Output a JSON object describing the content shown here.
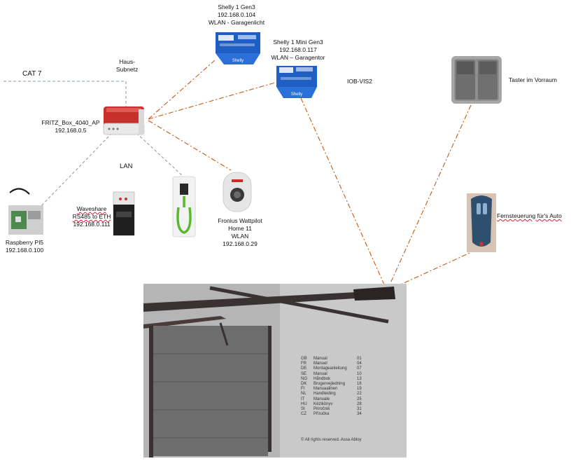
{
  "labels": {
    "shelly1": [
      "Shelly 1 Gen3",
      "192.168.0.104",
      "WLAN - Garagenlicht"
    ],
    "shelly_mini": [
      "Shelly 1 Mini Gen3",
      "192.168.0.117",
      "WLAN – Garagentor"
    ],
    "iob": "IOB-VIS2",
    "taster": "Taster im Vorraum",
    "cat7": "CAT 7",
    "subnet": [
      "Haus-",
      "Subnetz"
    ],
    "fritz": [
      "FRITZ_Box_4040_AP",
      "192.168.0.5"
    ],
    "lan": "LAN",
    "raspberry": [
      "Raspberry PI5",
      "192.168.0.100"
    ],
    "waveshare": [
      "Waveshare",
      "RS485 to ETH",
      "192.168.0.111"
    ],
    "fronius": [
      "Fronius Wattpilot",
      "Home 11",
      "WLAN",
      "192.168.0.29"
    ],
    "fernsteuerung": "Fernsteuerung für's Auto",
    "shelly_brand": "Shelly"
  },
  "manual": {
    "rows": [
      [
        "GB",
        "Manual",
        "01"
      ],
      [
        "FR",
        "Manuel",
        "04"
      ],
      [
        "DE",
        "Montageanleitung",
        "07"
      ],
      [
        "SE",
        "Manual",
        "10"
      ],
      [
        "NO",
        "Håndbok",
        "13"
      ],
      [
        "DK",
        "Brugervejledning",
        "16"
      ],
      [
        "FI",
        "Manuaalinen",
        "19"
      ],
      [
        "NL",
        "Handleiding",
        "22"
      ],
      [
        "IT",
        "Manuale",
        "25"
      ],
      [
        "HU",
        "Kézikönyv",
        "28"
      ],
      [
        "SI",
        "Priročnik",
        "31"
      ],
      [
        "CZ",
        "Příručka",
        "34"
      ]
    ],
    "copyright": "© All rights reserved. Assa Abloy"
  },
  "colors": {
    "wlan_link": "#c55a11",
    "lan_link": "#8497b0",
    "fritz_red": "#c8302c",
    "shelly_blue": "#1f5fc4"
  }
}
